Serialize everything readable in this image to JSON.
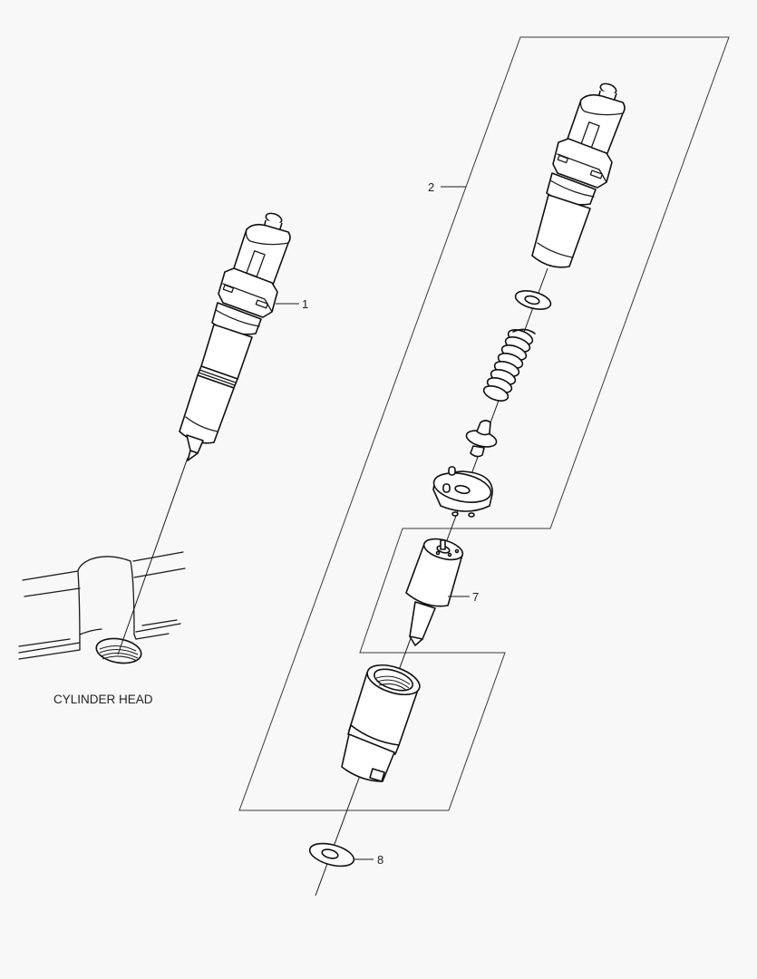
{
  "diagram": {
    "type": "exploded-parts-view",
    "subject": "fuel injector assembly",
    "background": "#f8f8f8",
    "line_color": "#1a1a1a",
    "caption": "CYLINDER HEAD",
    "callouts": [
      {
        "id": "1",
        "label": "1",
        "target": "injector-assembly-installed"
      },
      {
        "id": "2",
        "label": "2",
        "target": "injector-kit-frame"
      },
      {
        "id": "7",
        "label": "7",
        "target": "nozzle"
      },
      {
        "id": "8",
        "label": "8",
        "target": "sealing-washer"
      }
    ],
    "exploded_parts": [
      "injector-holder-body",
      "shim-washer",
      "pressure-spring",
      "spring-seat-pin",
      "intermediate-plate",
      "nozzle",
      "nozzle-retaining-nut",
      "sealing-washer"
    ]
  }
}
